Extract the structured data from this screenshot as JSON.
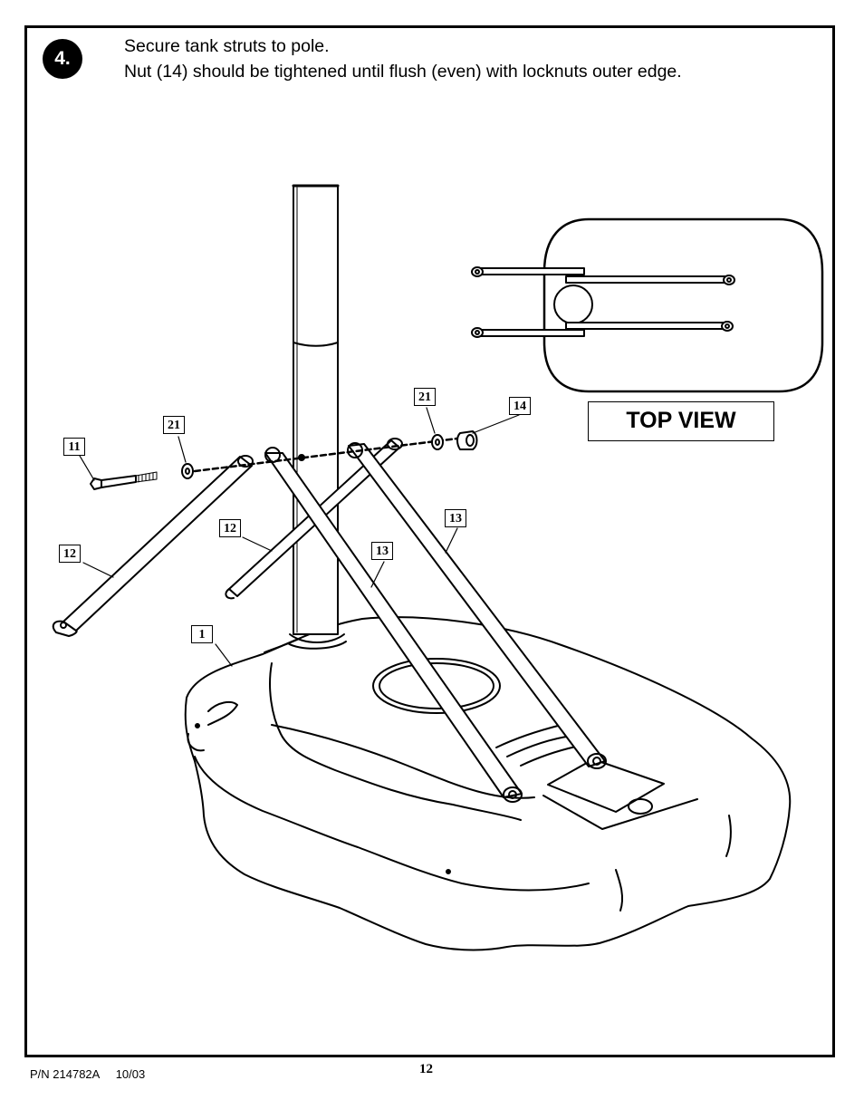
{
  "step": {
    "number": "4."
  },
  "instructions": {
    "line1": "Secure tank struts to pole.",
    "line2": "Nut (14) should be tightened until flush (even) with locknuts outer edge."
  },
  "callouts": {
    "c11": "11",
    "c21a": "21",
    "c21b": "21",
    "c14": "14",
    "c12a": "12",
    "c12b": "12",
    "c13a": "13",
    "c13b": "13",
    "c1": "1"
  },
  "top_view": {
    "label": "TOP VIEW"
  },
  "footer": {
    "part_number": "P/N 214782A",
    "date": "10/03",
    "page_number": "12"
  }
}
